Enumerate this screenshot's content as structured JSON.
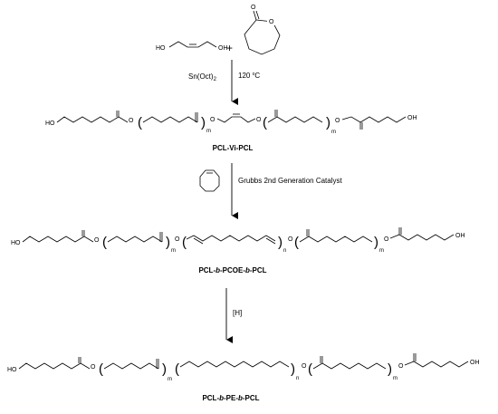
{
  "reactants": {
    "diol_oh_left": "HO",
    "diol_oh_right": "OH",
    "plus": "+",
    "lactone_ring_o": "O",
    "lactone_carbonyl_o": "O"
  },
  "step1": {
    "catalyst_prefix": "Sn(Oct)",
    "catalyst_subscript": "2",
    "temp_value": "120 ",
    "temp_sup": "o",
    "temp_unit": "C"
  },
  "product1": {
    "name": "PCL-Vi-PCL",
    "end_oh_left": "HO",
    "end_oh_right": "OH",
    "repeat_m_left": "m",
    "repeat_m_right": "m",
    "o": "O"
  },
  "step2": {
    "catalyst": "Grubbs 2nd Generation Catalyst"
  },
  "product2": {
    "name_1": "PCL-",
    "name_b1": "b",
    "name_2": "-PCOE-",
    "name_b2": "b",
    "name_3": "-PCL",
    "end_oh_left": "HO",
    "end_oh_right": "OH",
    "repeat_m_left": "m",
    "repeat_n": "n",
    "repeat_m_right": "m",
    "o": "O"
  },
  "step3": {
    "reagent": "[H]"
  },
  "product3": {
    "name_1": "PCL-",
    "name_b1": "b",
    "name_2": "-PE-",
    "name_b2": "b",
    "name_3": "-PCL",
    "end_oh_left": "HO",
    "end_oh_right": "OH",
    "repeat_m_left": "m",
    "repeat_n": "n",
    "repeat_m_right": "m",
    "o": "O"
  }
}
